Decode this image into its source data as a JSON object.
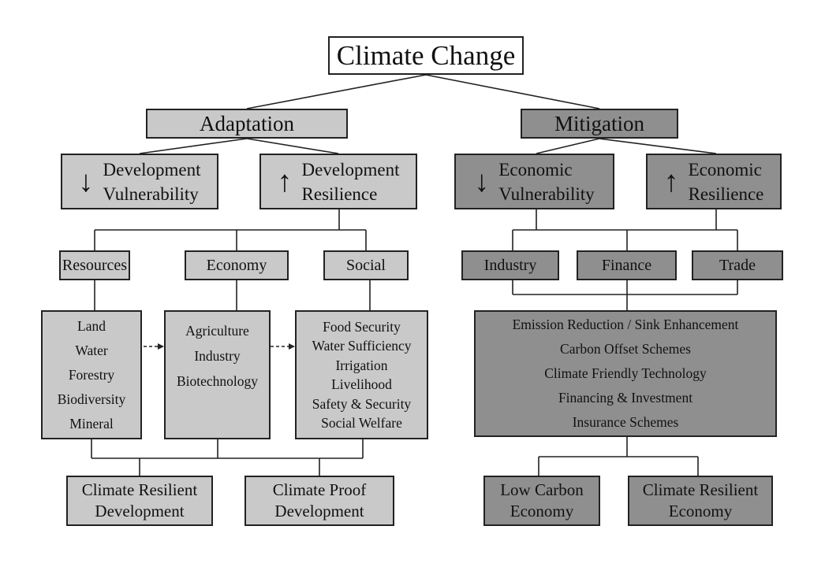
{
  "root": {
    "label": "Climate Change"
  },
  "adaptation": {
    "label": "Adaptation",
    "down": {
      "arrow": "↓",
      "line1": "Development",
      "line2": "Vulnerability"
    },
    "up": {
      "arrow": "↑",
      "line1": "Development",
      "line2": "Resilience"
    },
    "categories": [
      "Resources",
      "Economy",
      "Social"
    ],
    "lists": {
      "resources": [
        "Land",
        "Water",
        "Forestry",
        "Biodiversity",
        "Mineral"
      ],
      "economy": [
        "Agriculture",
        "Industry",
        "Biotechnology"
      ],
      "social": [
        "Food Security",
        "Water Sufficiency",
        "Irrigation",
        "Livelihood",
        "Safety & Security",
        "Social Welfare"
      ]
    },
    "outcomes": [
      {
        "line1": "Climate Resilient",
        "line2": "Development"
      },
      {
        "line1": "Climate Proof",
        "line2": "Development"
      }
    ]
  },
  "mitigation": {
    "label": "Mitigation",
    "down": {
      "arrow": "↓",
      "line1": "Economic",
      "line2": "Vulnerability"
    },
    "up": {
      "arrow": "↑",
      "line1": "Economic",
      "line2": "Resilience"
    },
    "categories": [
      "Industry",
      "Finance",
      "Trade"
    ],
    "measures": [
      "Emission Reduction / Sink Enhancement",
      "Carbon Offset Schemes",
      "Climate Friendly Technology",
      "Financing & Investment",
      "Insurance Schemes"
    ],
    "outcomes": [
      {
        "line1": "Low Carbon",
        "line2": "Economy"
      },
      {
        "line1": "Climate Resilient",
        "line2": "Economy"
      }
    ]
  }
}
